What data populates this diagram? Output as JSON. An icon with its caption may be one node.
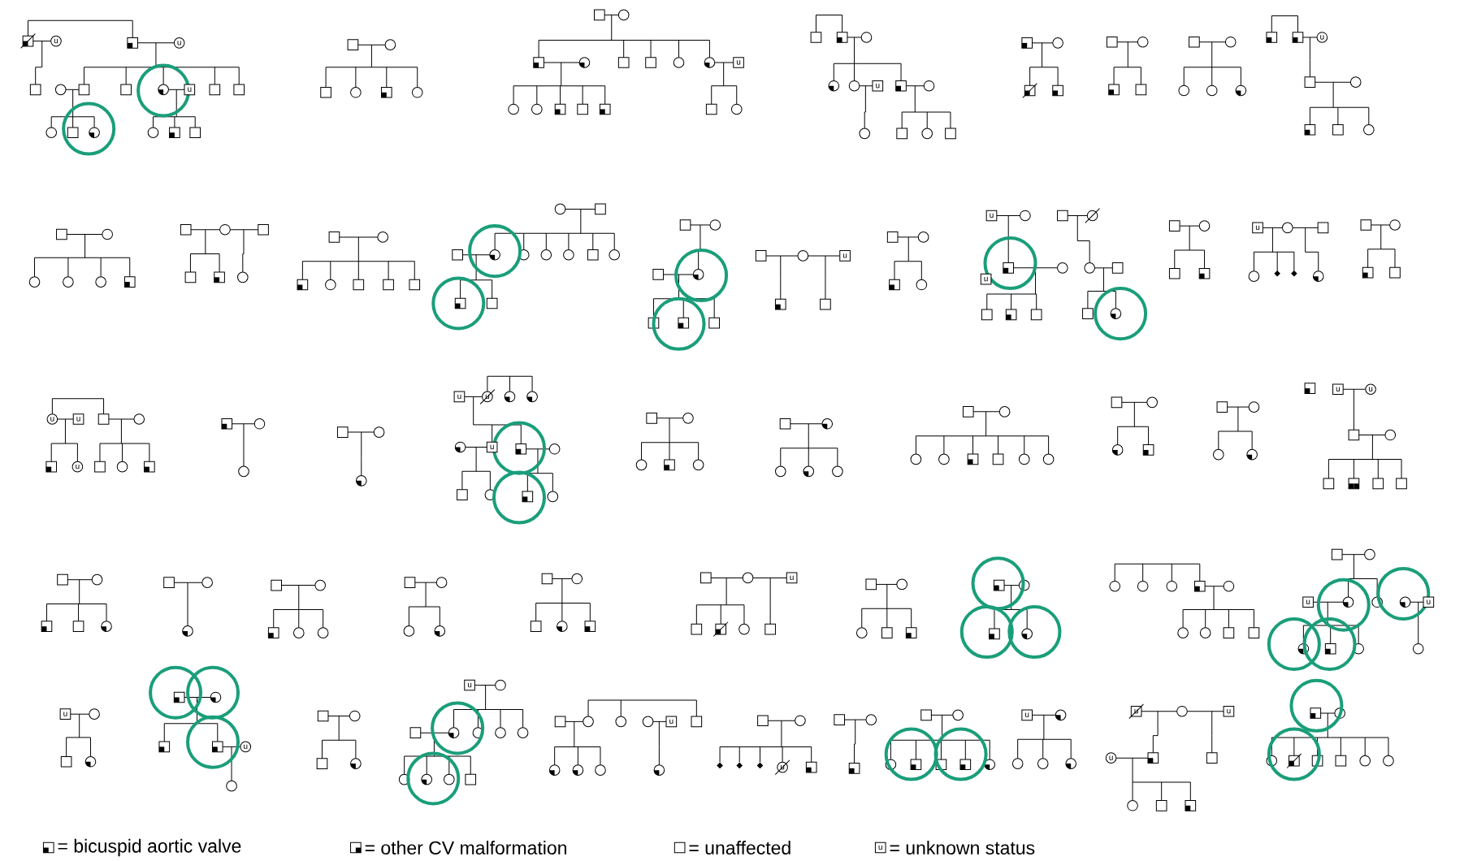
{
  "diagram": {
    "nodes": [
      {
        "text": [
          "u"
        ]
      },
      {
        "text": [
          "u"
        ]
      },
      {
        "text": [
          "u"
        ]
      },
      {
        "text": [
          "u"
        ]
      },
      {
        "text": [
          "u"
        ]
      },
      {
        "text": [
          "u"
        ]
      },
      {
        "text": [
          "u"
        ]
      },
      {
        "text": [
          "u"
        ]
      },
      {
        "text": [
          "u"
        ]
      },
      {
        "text": [
          "u"
        ]
      },
      {
        "text": [
          "u"
        ]
      },
      {
        "text": [
          "u"
        ]
      },
      {
        "text": [
          "u"
        ]
      },
      {
        "text": [
          "u"
        ]
      },
      {
        "text": [
          "u"
        ]
      },
      {
        "text": [
          "u"
        ]
      },
      {
        "text": [
          "u"
        ]
      },
      {
        "text": [
          "u"
        ]
      },
      {
        "text": [
          "u"
        ]
      },
      {
        "text": [
          "u"
        ]
      },
      {
        "text": [
          "u"
        ]
      },
      {
        "text": [
          "u"
        ]
      },
      {
        "text": [
          "u"
        ]
      },
      {
        "text": [
          "u"
        ]
      },
      {
        "text": [
          "u"
        ]
      },
      {
        "text": [
          "u"
        ]
      },
      {
        "text": [
          "u"
        ]
      },
      {
        "text": [
          "u"
        ]
      },
      {
        "text": [
          "u"
        ]
      },
      {
        "text": [
          "u"
        ]
      },
      {
        "text": [
          "u"
        ]
      }
    ],
    "legend": [
      {
        "text": "= bicuspid aortic valve"
      },
      {
        "text": "= other CV malformation"
      },
      {
        "text": "= unaffected"
      },
      {
        "text": "= unknown status"
      }
    ]
  }
}
